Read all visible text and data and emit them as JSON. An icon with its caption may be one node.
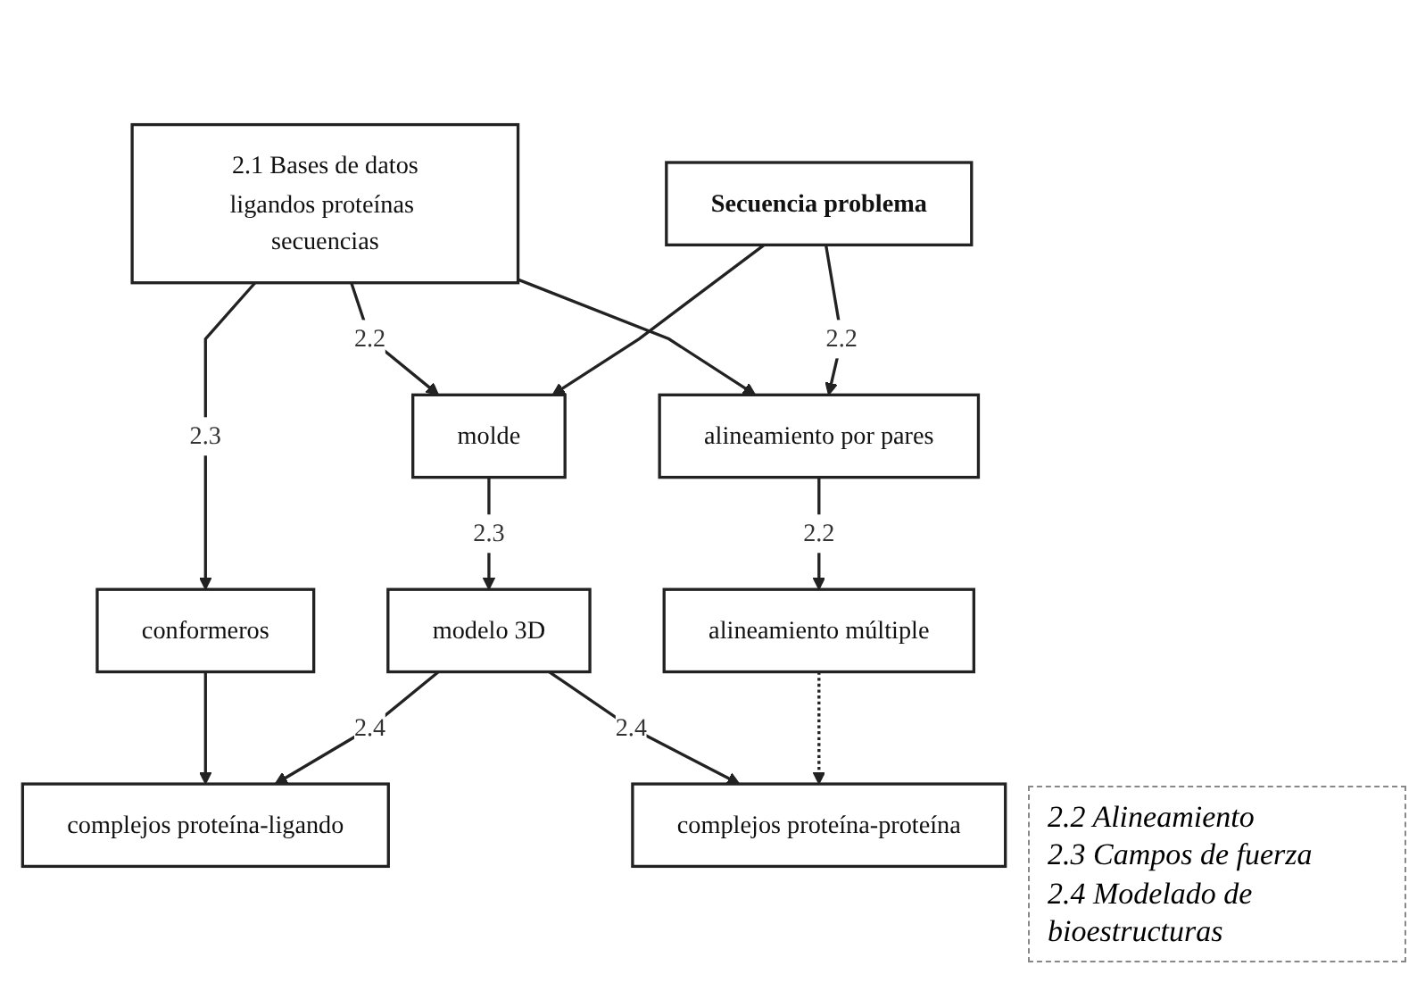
{
  "diagram": {
    "nodes": [
      {
        "text": [
          "2.1 Bases de datos",
          "ligandos proteínas secuencias"
        ]
      },
      {
        "text": [
          "Secuencia problema"
        ]
      },
      {
        "text": [
          "conformeros"
        ]
      },
      {
        "text": [
          "molde"
        ]
      },
      {
        "text": [
          "alineamiento por pares"
        ]
      },
      {
        "text": [
          "modelo 3D"
        ]
      },
      {
        "text": [
          "alineamiento múltiple"
        ]
      },
      {
        "text": [
          "complejos proteína-ligando"
        ]
      },
      {
        "text": [
          "complejos proteína-proteína"
        ]
      }
    ],
    "edges": [
      {
        "from": 0,
        "to": 2,
        "arrow": "to",
        "label": "2.3"
      },
      {
        "from": 0,
        "to": 3,
        "arrow": "to",
        "label": "2.2"
      },
      {
        "from": 0,
        "to": 4,
        "arrow": "to"
      },
      {
        "from": 1,
        "to": 3,
        "arrow": "to"
      },
      {
        "from": 1,
        "to": 4,
        "arrow": "to",
        "label": "2.2"
      },
      {
        "from": 3,
        "to": 5,
        "arrow": "to",
        "label": "2.3"
      },
      {
        "from": 4,
        "to": 6,
        "arrow": "to",
        "label": "2.2"
      },
      {
        "from": 2,
        "to": 7,
        "arrow": "to"
      },
      {
        "from": 5,
        "to": 7,
        "arrow": "to",
        "label": "2.4"
      },
      {
        "from": 5,
        "to": 8,
        "arrow": "to",
        "label": "2.4"
      },
      {
        "from": 6,
        "to": 8,
        "arrow": "to",
        "style": "dashed"
      }
    ],
    "labels": [
      "2.2 Alineamiento",
      "2.3 Campos de fuerza",
      "2.4 Modelado de bioestructuras"
    ]
  }
}
